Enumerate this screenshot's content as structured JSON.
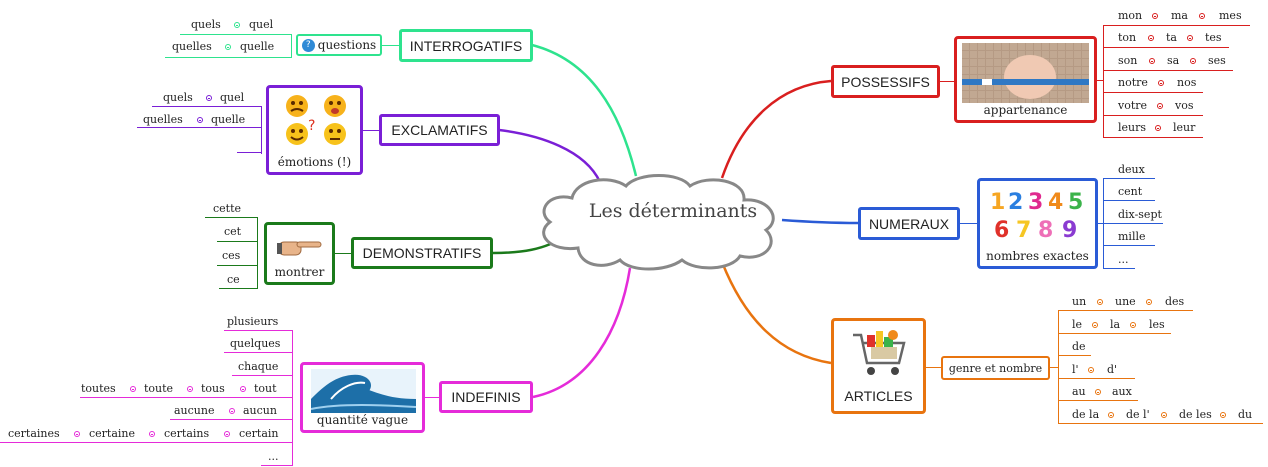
{
  "center": {
    "title": "Les déterminants"
  },
  "colors": {
    "interrogatifs": "#2ee38e",
    "exclamatifs": "#7a1fd6",
    "demonstratifs": "#1b7a1b",
    "indefinis": "#e52bd9",
    "possessifs": "#d91f1f",
    "numeraux": "#2a5bd6",
    "articles": "#e8740f"
  },
  "branches": {
    "interrogatifs": {
      "label": "INTERROGATIFS",
      "sub": "questions",
      "sub_icon": "question-icon",
      "leaves": [
        [
          "quels",
          "quel"
        ],
        [
          "quelles",
          "quelle"
        ]
      ]
    },
    "exclamatifs": {
      "label": "EXCLAMATIFS",
      "topic": "émotions (!)",
      "image": "emoji-faces-image",
      "leaves": [
        [
          "quels",
          "quel"
        ],
        [
          "quelles",
          "quelle"
        ]
      ]
    },
    "demonstratifs": {
      "label": "DEMONSTRATIFS",
      "topic": "montrer",
      "image": "pointing-hand-image",
      "leaves": [
        [
          "cette"
        ],
        [
          "cet"
        ],
        [
          "ces"
        ],
        [
          "ce"
        ]
      ]
    },
    "indefinis": {
      "label": "INDEFINIS",
      "topic": "quantité vague",
      "image": "wave-image",
      "leaves": [
        [
          "plusieurs"
        ],
        [
          "quelques"
        ],
        [
          "chaque"
        ],
        [
          "toutes",
          "toute",
          "tous",
          "tout"
        ],
        [
          "aucune",
          "aucun"
        ],
        [
          "certaines",
          "certaine",
          "certains",
          "certain"
        ],
        [
          "..."
        ]
      ]
    },
    "possessifs": {
      "label": "POSSESSIFS",
      "topic": "appartenance",
      "image": "hand-holding-pen-image",
      "leaves": [
        [
          "mon",
          "ma",
          "mes"
        ],
        [
          "ton",
          "ta",
          "tes"
        ],
        [
          "son",
          "sa",
          "ses"
        ],
        [
          "notre",
          "nos"
        ],
        [
          "votre",
          "vos"
        ],
        [
          "leurs",
          "leur"
        ]
      ]
    },
    "numeraux": {
      "label": "NUMERAUX",
      "topic": "nombres exactes",
      "image": "colorful-numbers-image",
      "image_digits": [
        "1",
        "2",
        "3",
        "4",
        "5",
        "6",
        "7",
        "8",
        "9"
      ],
      "leaves": [
        [
          "deux"
        ],
        [
          "cent"
        ],
        [
          "dix-sept"
        ],
        [
          "mille"
        ],
        [
          "..."
        ]
      ]
    },
    "articles": {
      "label": "ARTICLES",
      "sub": "genre et nombre",
      "image": "shopping-cart-image",
      "leaves": [
        [
          "un",
          "une",
          "des"
        ],
        [
          "le",
          "la",
          "les"
        ],
        [
          "de"
        ],
        [
          "l'",
          "d'"
        ],
        [
          "au",
          "aux"
        ],
        [
          "de la",
          "de l'",
          "de les",
          "du"
        ]
      ]
    }
  }
}
